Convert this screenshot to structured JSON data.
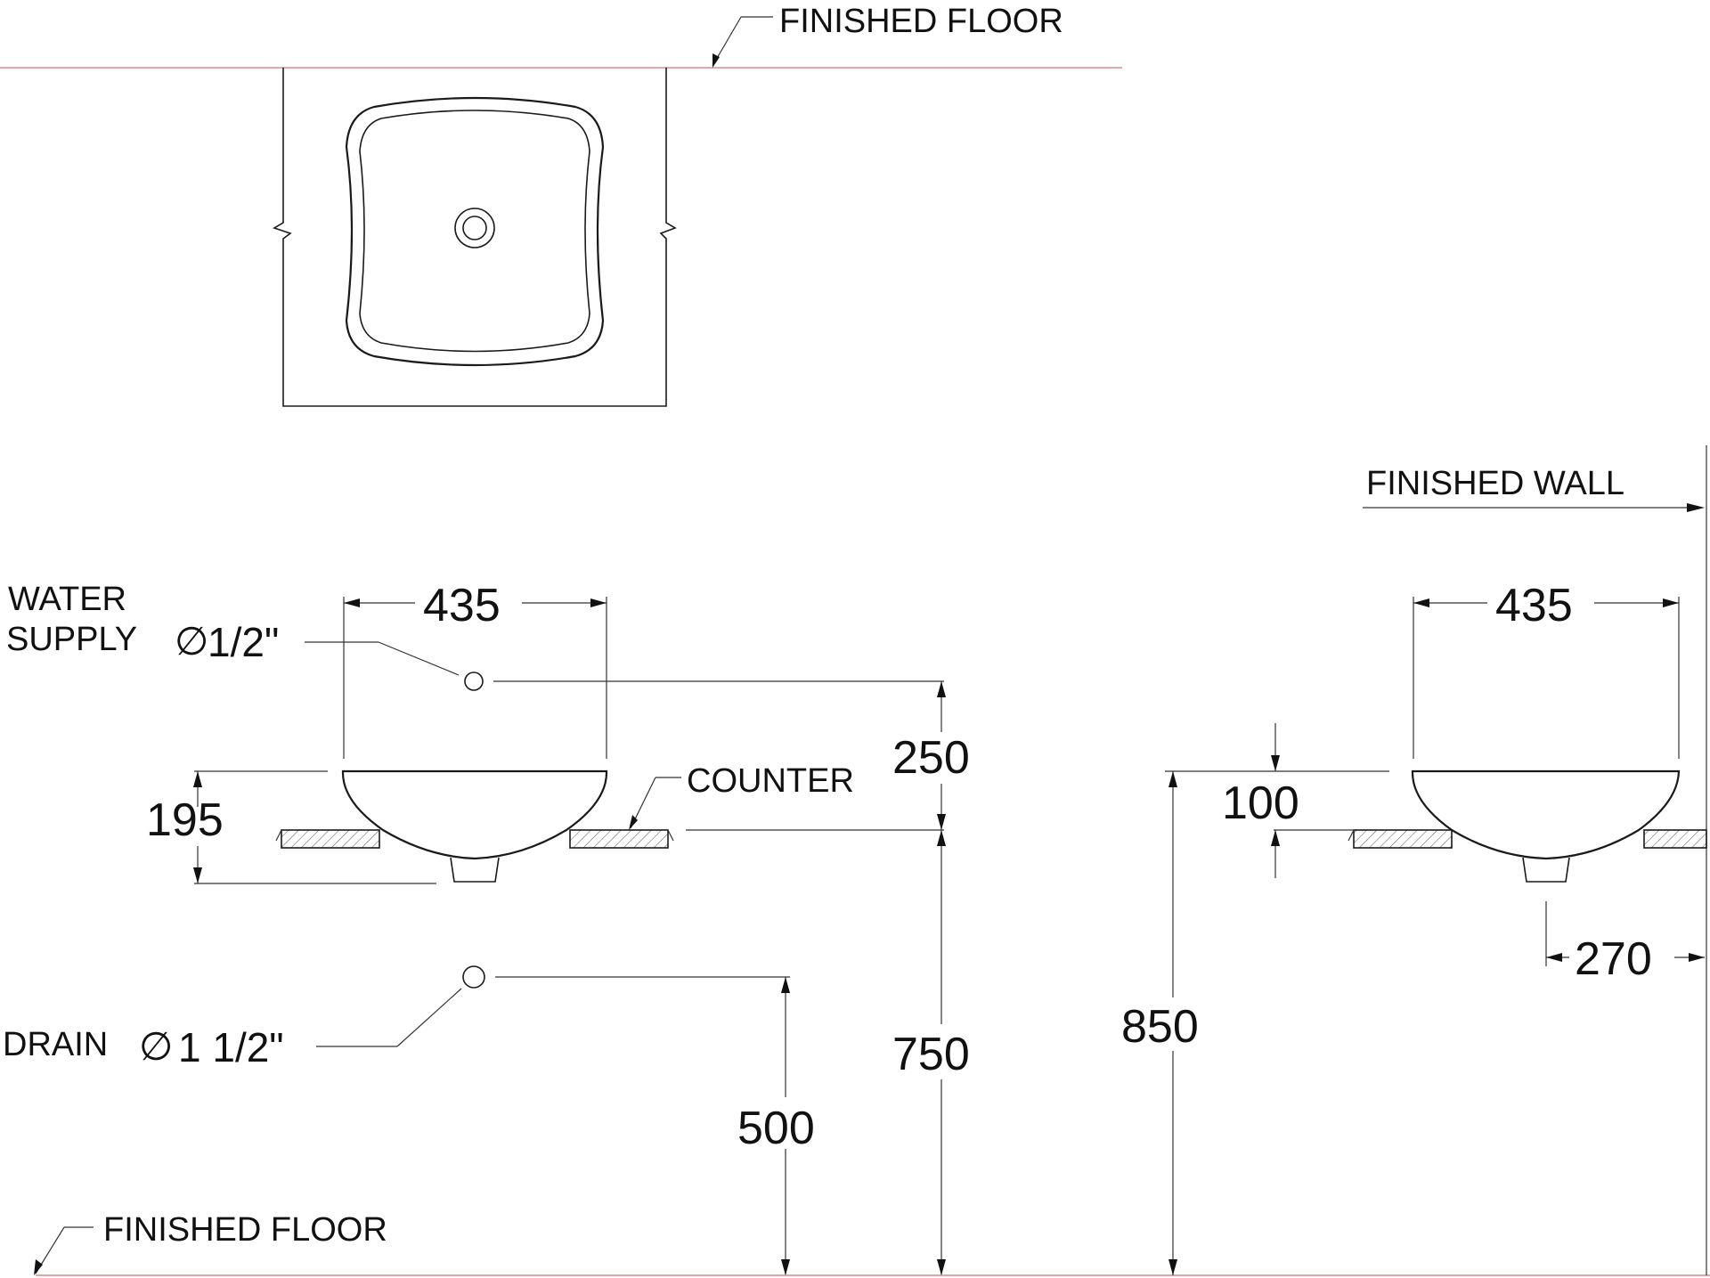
{
  "labels": {
    "finished_floor_top": "FINISHED FLOOR",
    "finished_floor_bottom": "FINISHED FLOOR",
    "finished_wall": "FINISHED WALL",
    "water_supply_line1": "WATER",
    "water_supply_line2": "SUPPLY",
    "water_supply_size": "1/2\"",
    "counter": "COUNTER",
    "drain": "DRAIN",
    "drain_size": "1 1/2\""
  },
  "symbols": {
    "diameter": "∅"
  },
  "dimensions": {
    "front_width": "435",
    "side_width": "435",
    "supply_above_counter": "250",
    "basin_height": "195",
    "counter_height": "750",
    "drain_height": "500",
    "side_counter_height": "850",
    "side_basin_above_counter": "100",
    "side_drain_from_wall": "270"
  },
  "colors": {
    "line": "#1a1a1a",
    "floor_reference_line": "#d98a8a"
  }
}
